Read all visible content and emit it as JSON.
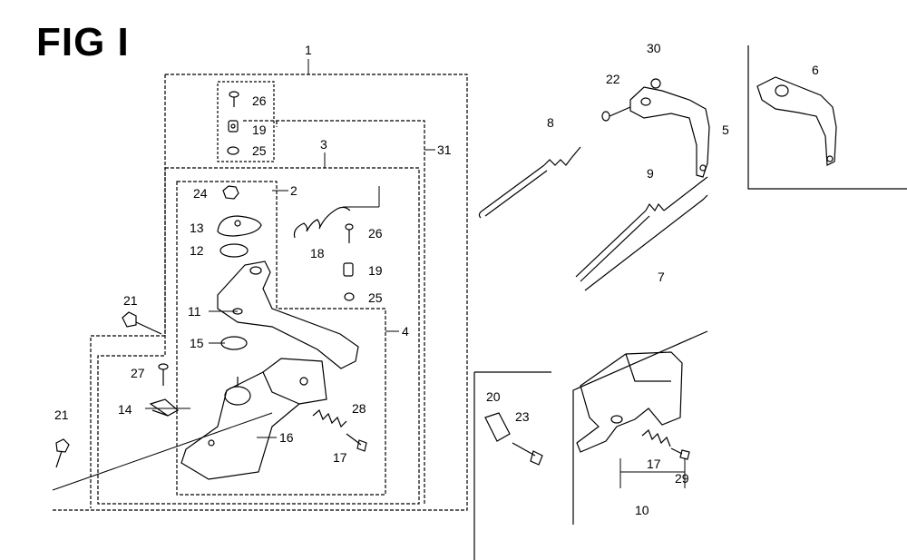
{
  "title": "FIG I",
  "callouts": {
    "c1": "1",
    "c2": "2",
    "c3": "3",
    "c4": "4",
    "c5": "5",
    "c6": "6",
    "c7": "7",
    "c8": "8",
    "c9": "9",
    "c10": "10",
    "c11": "11",
    "c12": "12",
    "c13": "13",
    "c14": "14",
    "c15": "15",
    "c16": "16",
    "c17a": "17",
    "c17b": "17",
    "c18": "18",
    "c19a": "19",
    "c19b": "19",
    "c20": "20",
    "c21a": "21",
    "c21b": "21",
    "c22": "22",
    "c23": "23",
    "c24": "24",
    "c25a": "25",
    "c25b": "25",
    "c26a": "26",
    "c26b": "26",
    "c27": "27",
    "c28": "28",
    "c29": "29",
    "c30": "30",
    "c31": "31"
  }
}
